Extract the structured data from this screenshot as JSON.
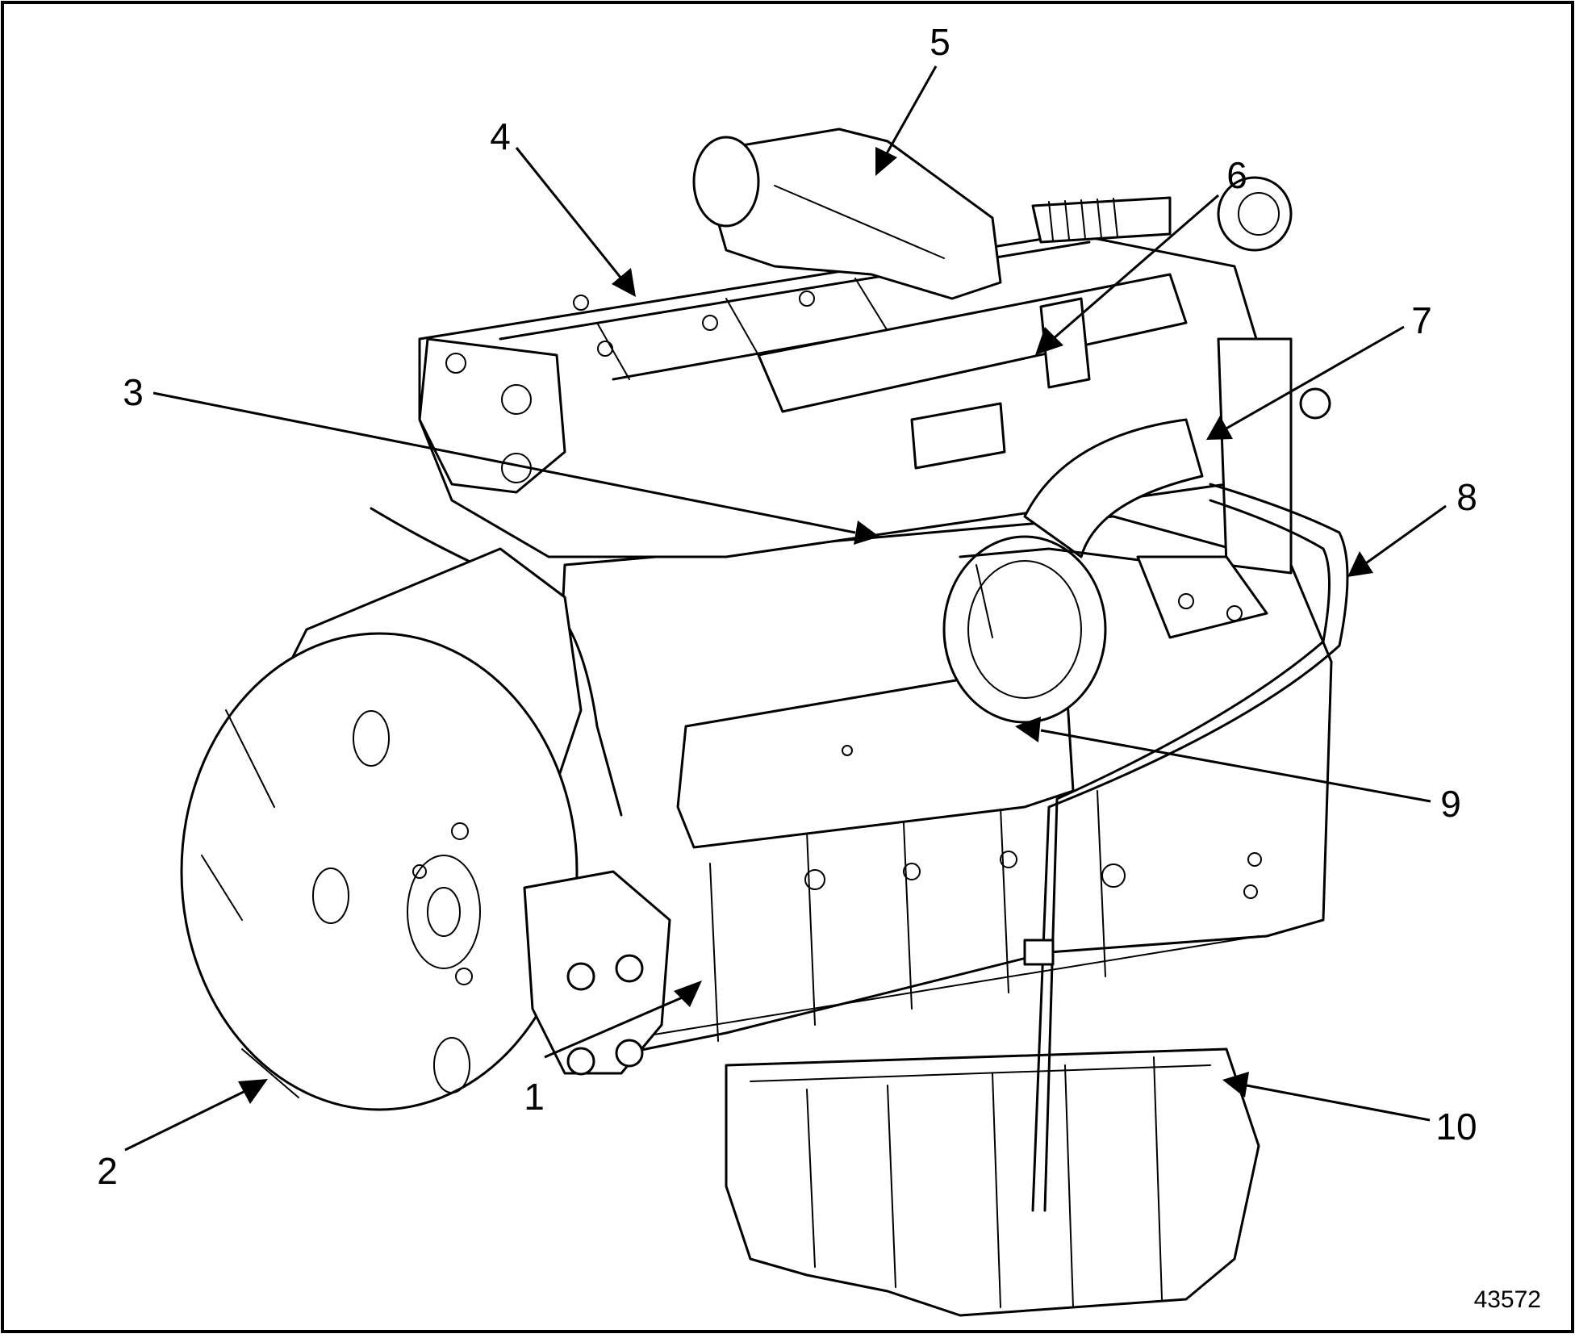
{
  "figure": {
    "figure_number": "43572",
    "callouts": [
      {
        "id": "c1",
        "label": "1"
      },
      {
        "id": "c2",
        "label": "2"
      },
      {
        "id": "c3",
        "label": "3"
      },
      {
        "id": "c4",
        "label": "4"
      },
      {
        "id": "c5",
        "label": "5"
      },
      {
        "id": "c6",
        "label": "6"
      },
      {
        "id": "c7",
        "label": "7"
      },
      {
        "id": "c8",
        "label": "8"
      },
      {
        "id": "c9",
        "label": "9"
      },
      {
        "id": "c10",
        "label": "10"
      }
    ]
  }
}
